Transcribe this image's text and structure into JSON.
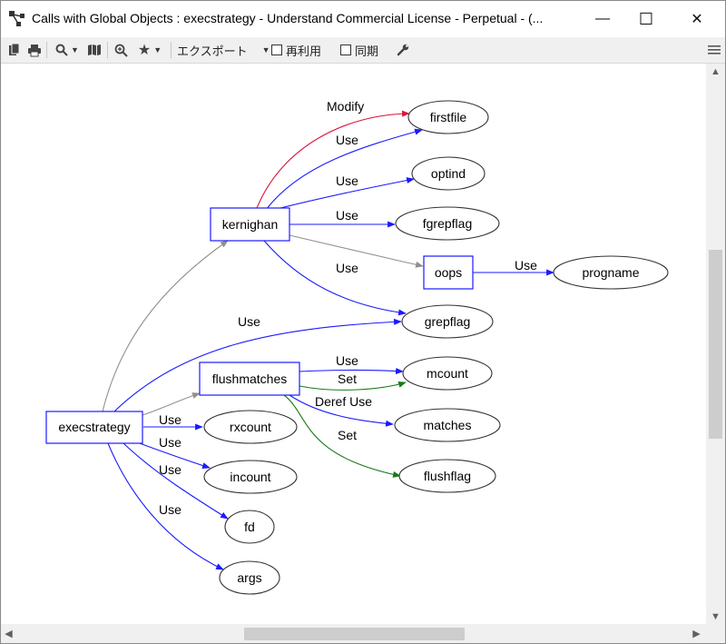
{
  "window": {
    "title": "Calls with Global Objects : execstrategy - Understand Commercial License - Perpetual - (...",
    "minimize": "—",
    "maximize": "☐",
    "close": "✕"
  },
  "toolbar": {
    "copy_icon": "copy-icon",
    "print_icon": "print-icon",
    "zoom_icon": "search-icon",
    "map_icon": "map-icon",
    "zoom_fit_icon": "zoom-icon",
    "favorite_icon": "star-icon",
    "export_label": "エクスポート",
    "reuse_label": "再利用",
    "sync_label": "同期",
    "settings_icon": "wrench-icon",
    "menu_icon": "hamburger-icon"
  },
  "graph": {
    "nodes": [
      {
        "id": "execstrategy",
        "label": "execstrategy",
        "shape": "box"
      },
      {
        "id": "kernighan",
        "label": "kernighan",
        "shape": "box"
      },
      {
        "id": "flushmatches",
        "label": "flushmatches",
        "shape": "box"
      },
      {
        "id": "oops",
        "label": "oops",
        "shape": "box"
      },
      {
        "id": "firstfile",
        "label": "firstfile",
        "shape": "ellipse"
      },
      {
        "id": "optind",
        "label": "optind",
        "shape": "ellipse"
      },
      {
        "id": "fgrepflag",
        "label": "fgrepflag",
        "shape": "ellipse"
      },
      {
        "id": "progname",
        "label": "progname",
        "shape": "ellipse"
      },
      {
        "id": "grepflag",
        "label": "grepflag",
        "shape": "ellipse"
      },
      {
        "id": "mcount",
        "label": "mcount",
        "shape": "ellipse"
      },
      {
        "id": "matches",
        "label": "matches",
        "shape": "ellipse"
      },
      {
        "id": "flushflag",
        "label": "flushflag",
        "shape": "ellipse"
      },
      {
        "id": "rxcount",
        "label": "rxcount",
        "shape": "ellipse"
      },
      {
        "id": "incount",
        "label": "incount",
        "shape": "ellipse"
      },
      {
        "id": "fd",
        "label": "fd",
        "shape": "ellipse"
      },
      {
        "id": "args",
        "label": "args",
        "shape": "ellipse"
      }
    ],
    "edges": [
      {
        "from": "kernighan",
        "to": "firstfile",
        "label": "Modify",
        "kind": "modify"
      },
      {
        "from": "kernighan",
        "to": "firstfile",
        "label": "Use",
        "kind": "use"
      },
      {
        "from": "kernighan",
        "to": "optind",
        "label": "Use",
        "kind": "use"
      },
      {
        "from": "kernighan",
        "to": "fgrepflag",
        "label": "Use",
        "kind": "use"
      },
      {
        "from": "kernighan",
        "to": "oops",
        "label": "",
        "kind": "call"
      },
      {
        "from": "kernighan",
        "to": "grepflag",
        "label": "Use",
        "kind": "use"
      },
      {
        "from": "oops",
        "to": "progname",
        "label": "Use",
        "kind": "use"
      },
      {
        "from": "execstrategy",
        "to": "kernighan",
        "label": "",
        "kind": "call"
      },
      {
        "from": "execstrategy",
        "to": "grepflag",
        "label": "Use",
        "kind": "use"
      },
      {
        "from": "execstrategy",
        "to": "flushmatches",
        "label": "",
        "kind": "call"
      },
      {
        "from": "flushmatches",
        "to": "mcount",
        "label": "Use",
        "kind": "use"
      },
      {
        "from": "flushmatches",
        "to": "mcount",
        "label": "Set",
        "kind": "set"
      },
      {
        "from": "flushmatches",
        "to": "matches",
        "label": "Deref Use",
        "kind": "use"
      },
      {
        "from": "flushmatches",
        "to": "flushflag",
        "label": "Set",
        "kind": "set"
      },
      {
        "from": "execstrategy",
        "to": "rxcount",
        "label": "Use",
        "kind": "use"
      },
      {
        "from": "execstrategy",
        "to": "incount",
        "label": "Use",
        "kind": "use"
      },
      {
        "from": "execstrategy",
        "to": "fd",
        "label": "Use",
        "kind": "use"
      },
      {
        "from": "execstrategy",
        "to": "args",
        "label": "Use",
        "kind": "use"
      }
    ],
    "colors": {
      "use": "#1a1aff",
      "modify": "#dc143c",
      "set": "#1a7a1a",
      "call": "#909090",
      "box_border": "#1a1aff",
      "ellipse_border": "#333333"
    }
  }
}
